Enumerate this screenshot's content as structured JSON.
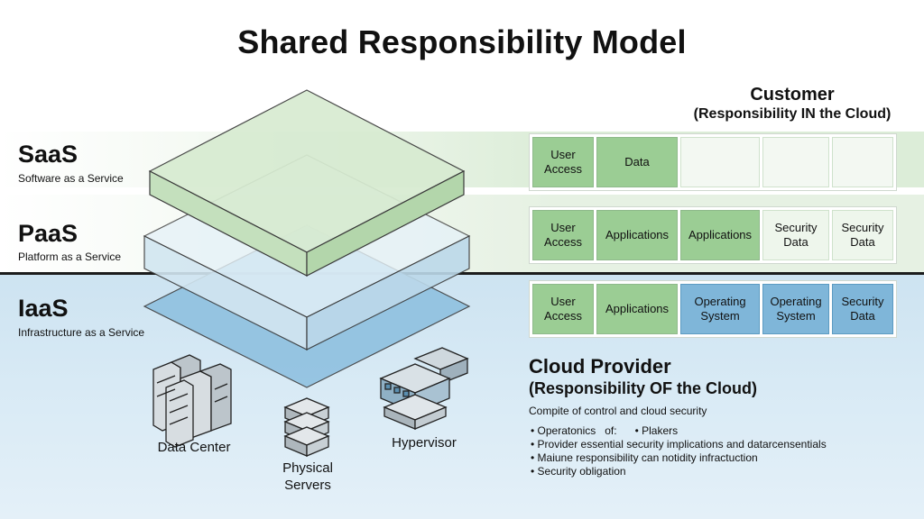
{
  "title": "Shared Responsibility Model",
  "customer": {
    "title": "Customer",
    "subtitle": "(Responsibility IN the Cloud)"
  },
  "layers": [
    {
      "abbr": "SaaS",
      "name": "Software as a Service"
    },
    {
      "abbr": "PaaS",
      "name": "Platform as a Service"
    },
    {
      "abbr": "IaaS",
      "name": "Infrastructure as a Service"
    }
  ],
  "rows": [
    {
      "cells": [
        "User\nAccess",
        "Data",
        "",
        "",
        ""
      ]
    },
    {
      "cells": [
        "User\nAccess",
        "Applications",
        "Applications",
        "Security\nData",
        "Security\nData"
      ]
    },
    {
      "cells": [
        "User\nAccess",
        "Applications",
        "Operating\nSystem",
        "Operating\nSystem",
        "Security\nData"
      ]
    }
  ],
  "cloud_provider": {
    "title": "Cloud Provider",
    "subtitle": "(Responsibility OF the Cloud)",
    "description": "Compite of control and cloud security",
    "bullets": [
      "• Operatonics   of:      • Plakers",
      "• Provider essential security implications and datarcensentials",
      "• Maiune responsibility can notidity infractuction",
      "• Security obligation"
    ]
  },
  "infrastructure": {
    "data_center": "Data Center",
    "physical_servers": "Physical\nServers",
    "hypervisor": "Hypervisor"
  },
  "colors": {
    "saas_green": "#cfe6ca",
    "cell_green": "#9bcd94",
    "cell_blue": "#7fb6d9",
    "iaas_blue": "#cde3f1"
  }
}
